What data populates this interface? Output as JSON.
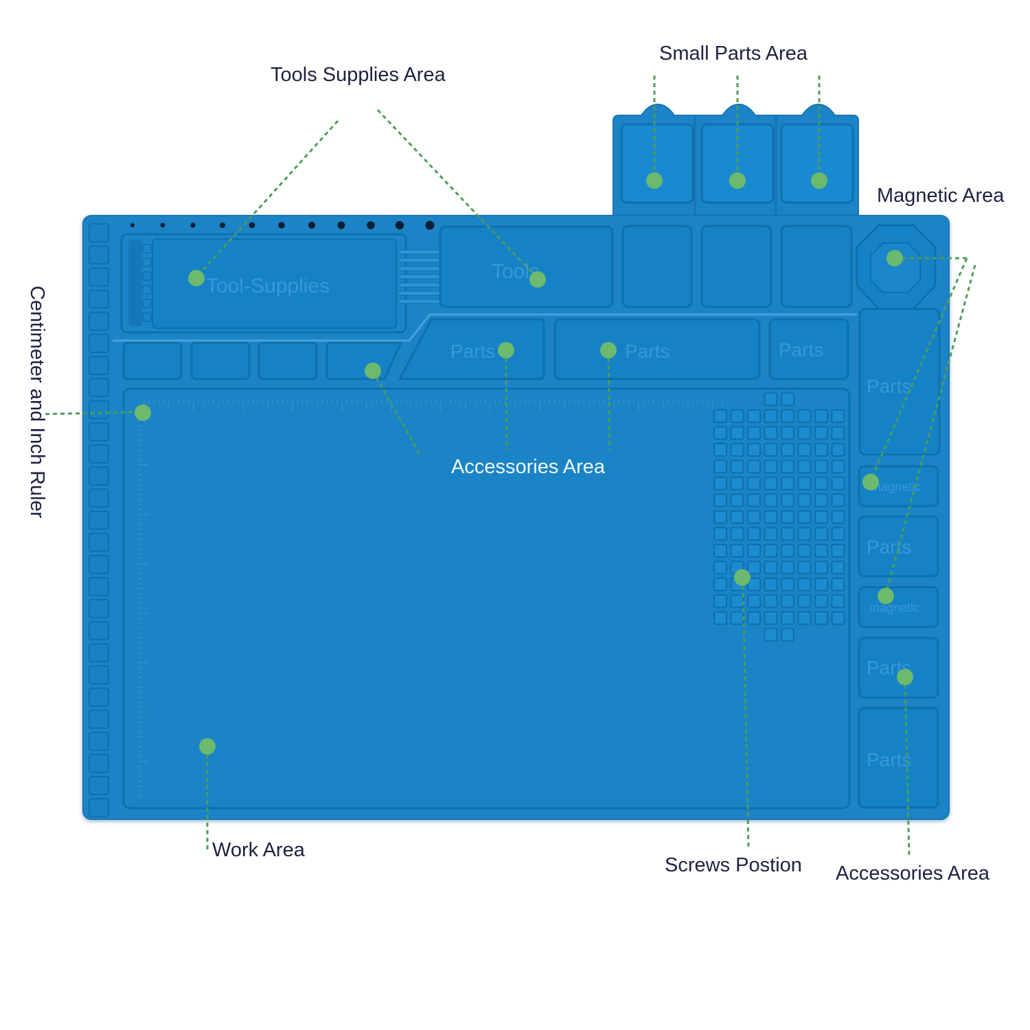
{
  "diagram": {
    "labels": {
      "tools_supplies": "Tools Supplies Area",
      "small_parts": "Small Parts Area",
      "magnetic": "Magnetic  Area",
      "ruler": "Centimeter and Inch Ruler",
      "accessories_top": "Accessories Area",
      "work": "Work Area",
      "screws": "Screws Postion",
      "accessories_bottom": "Accessories Area"
    },
    "embossed": {
      "tool_supplies": "Tool-Supplies",
      "tools": "Tools",
      "parts": "Parts",
      "magnetic": "magnetic"
    },
    "colors": {
      "mat": "#1c84c6",
      "mat_edge": "#1676b5",
      "compartment": "#127ec4",
      "marker": "#6db96d",
      "leader": "#4e9d57",
      "label": "#1d2240"
    }
  }
}
